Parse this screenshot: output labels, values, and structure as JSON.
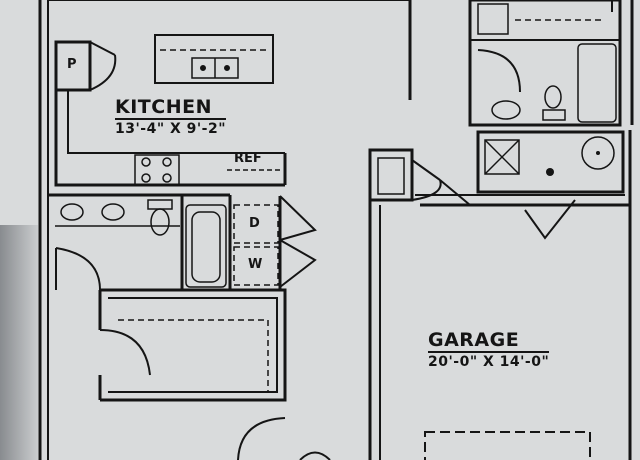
{
  "rooms": {
    "kitchen": {
      "name": "KITCHEN",
      "dimensions": "13'-4\" X 9'-2\""
    },
    "garage": {
      "name": "GARAGE",
      "dimensions": "20'-0\" X 14'-0\""
    }
  },
  "labels": {
    "pantry": "P",
    "refrigerator": "REF",
    "dryer": "D",
    "washer": "W"
  },
  "colors": {
    "paper": "#d9dbdc",
    "ink": "#151515"
  }
}
